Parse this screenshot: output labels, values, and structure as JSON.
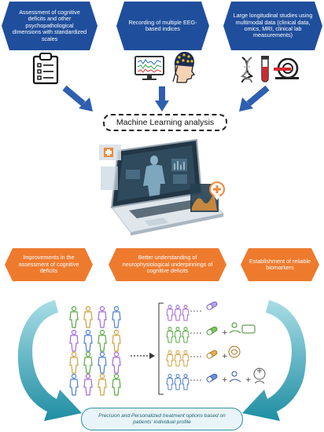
{
  "top_boxes": [
    {
      "text": "Assessment of cognitive deficits and other psychopathological dimensions with standardized scales"
    },
    {
      "text": "Recording of multiple EEG-based indices"
    },
    {
      "text": "Large longitudinal studies using multimodal data (clinical data, omics, MRI, clinical lab measurements)"
    }
  ],
  "center_box": {
    "text": "Machine Learning analysis"
  },
  "outcome_boxes": [
    {
      "text": "Improvements in the assessment of cognitive deficits"
    },
    {
      "text": "Better understanding of neurophysiological underpinnings of cognitive deficits"
    },
    {
      "text": "Establishment of reliable biomarkers"
    }
  ],
  "bottom_box": {
    "text": "Precision and Personalized treatment options based on patients' individual profile"
  },
  "colors": {
    "hex_blue": "#1f4e9c",
    "arrow_blue": "#2e5fb0",
    "orange": "#ee7a2e",
    "teal": "#2f8fa6",
    "plus_orange": "#f08a3a"
  },
  "icons": [
    "clipboard-icon",
    "monitor-eeg-icon",
    "eeg-cap-head-icon",
    "dna-icon",
    "test-tube-icon",
    "mri-scanner-icon",
    "laptop-health-icon",
    "patient-figures-icon",
    "treatment-figures-icon",
    "curved-arrow-icon"
  ]
}
